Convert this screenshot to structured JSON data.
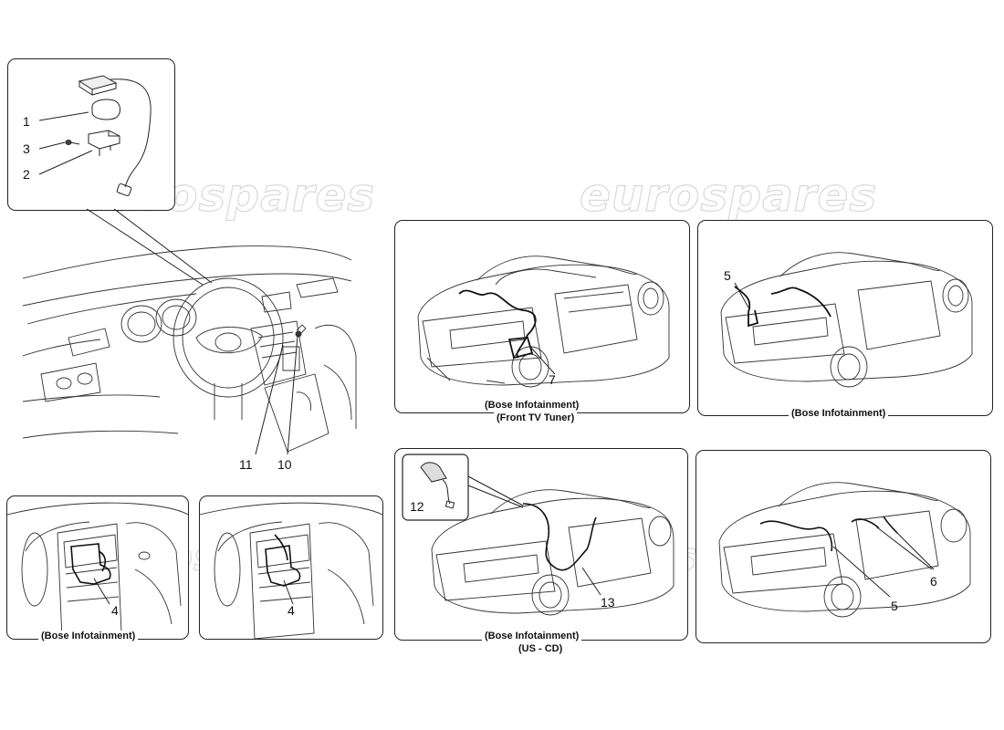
{
  "watermark": "eurospares",
  "callouts": {
    "n1": "1",
    "n2": "2",
    "n3": "3",
    "n4a": "4",
    "n4b": "4",
    "n5a": "5",
    "n5b": "5",
    "n6": "6",
    "n7": "7",
    "n10": "10",
    "n11": "11",
    "n12": "12",
    "n13": "13"
  },
  "captions": {
    "front_tv_line1": "(Bose Infotainment)",
    "front_tv_line2": "(Front TV Tuner)",
    "bose_right": "(Bose Infotainment)",
    "bose_bottom_left": "(Bose Infotainment)",
    "us_cd_line1": "(Bose Infotainment)",
    "us_cd_line2": "(US - CD)"
  }
}
